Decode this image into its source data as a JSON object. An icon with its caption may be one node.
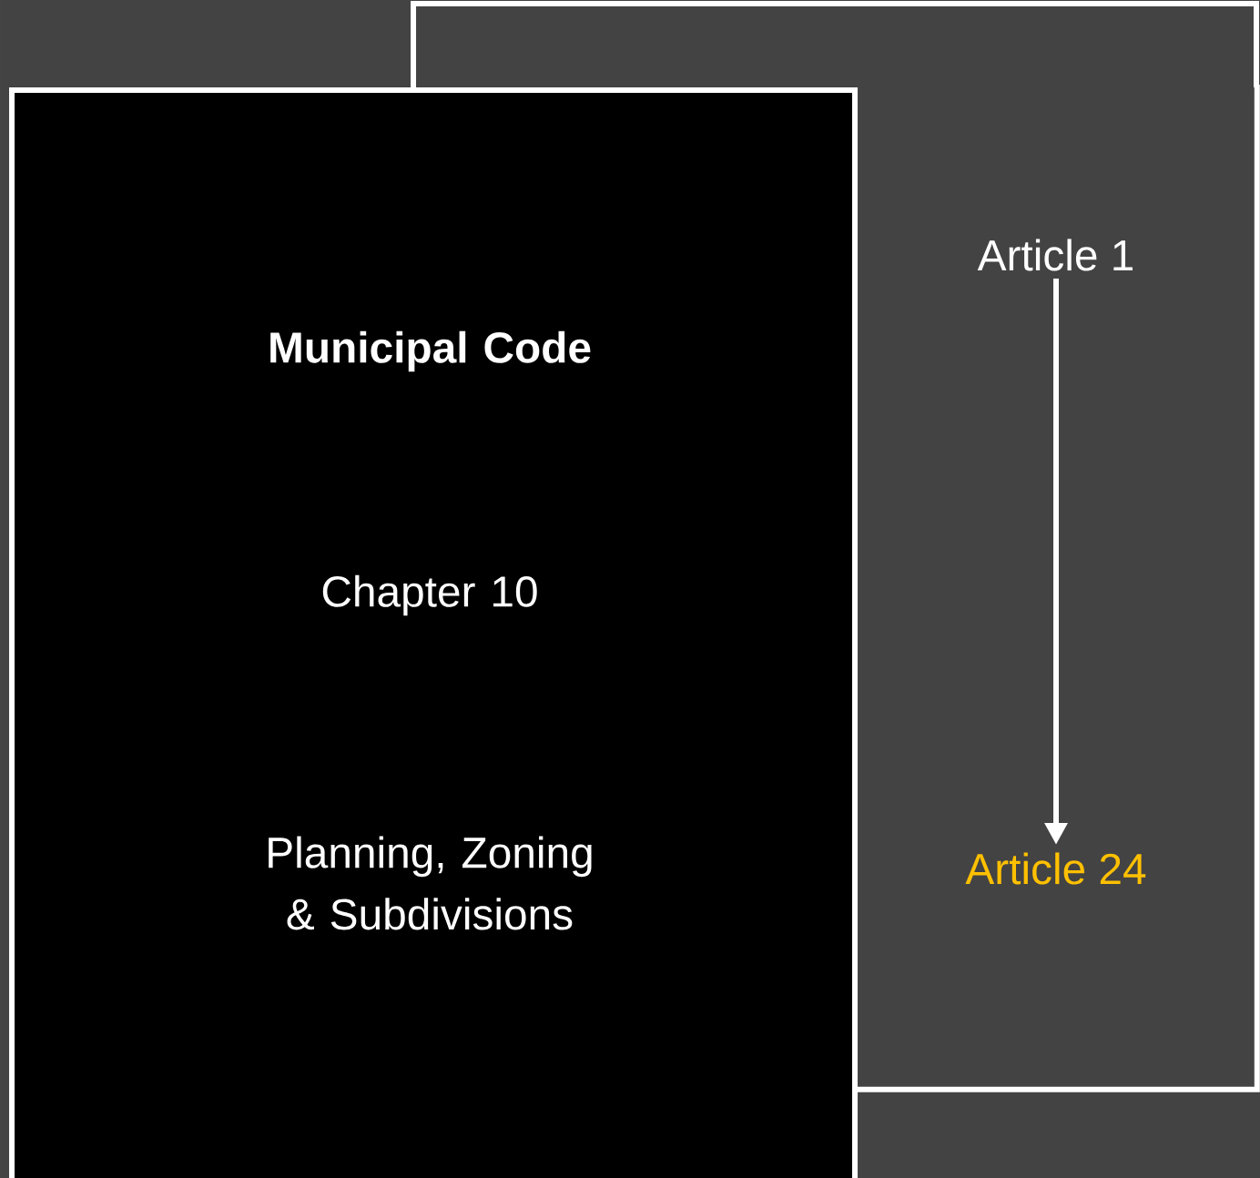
{
  "diagram": {
    "nodes": [
      {
        "text": [
          "Municipal Code",
          "Chapter 10",
          "Planning, Zoning & Subdivisions"
        ]
      },
      {
        "text": [],
        "shape": "box"
      },
      {
        "text": [
          "Article 1"
        ],
        "in": 1
      },
      {
        "text": [
          "Article 24"
        ],
        "in": 1
      }
    ],
    "edges": [
      {
        "from": 2,
        "to": 3,
        "arrow": "to"
      }
    ]
  }
}
